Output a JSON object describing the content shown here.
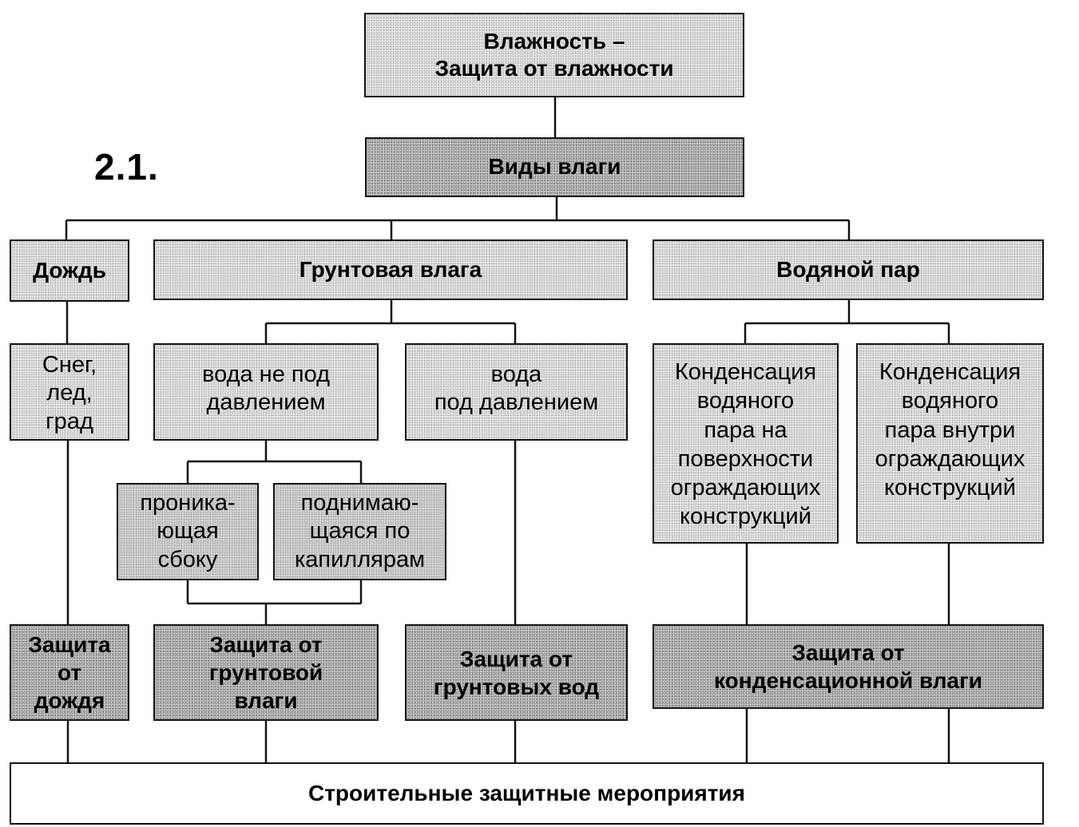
{
  "figure_number": "2.1.",
  "nodes": {
    "top": "Влажность –\nЗащита от влажности",
    "types": "Виды влаги",
    "rain": "Дождь",
    "ground": "Грунтовая влага",
    "vapor": "Водяной пар",
    "snow": "Снег,\nлед,\nград",
    "water_no_pressure": "вода не под\nдавлением",
    "water_pressure": "вода\nпод давлением",
    "condensation_surface": "Конденсация\nводяного\nпара на\nповерхности\nограждающих\nконструкций",
    "condensation_inside": "Конденсация\nводяного\nпара внутри\nограждающих\nконструкций",
    "penetrating_side": "проника-\nющая\nсбоку",
    "rising_capillary": "поднимаю-\nщаяся по\nкапиллярам",
    "rain_protection": "Защита\nот\nдождя",
    "ground_protection": "Защита от\nгрунтовой\nвлаги",
    "groundwater_protection": "Защита от\nгрунтовых вод",
    "condensation_protection": "Защита от\nконденсационной влаги",
    "measures": "Строительные защитные мероприятия"
  }
}
